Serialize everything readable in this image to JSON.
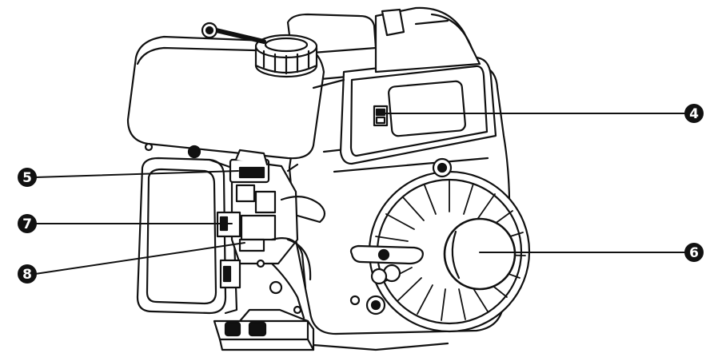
{
  "colors": {
    "ink": "#111111",
    "paper": "#ffffff",
    "callout_fill": "#111111",
    "callout_text": "#ffffff"
  },
  "callouts": [
    {
      "id": "4",
      "label": "4"
    },
    {
      "id": "5",
      "label": "5"
    },
    {
      "id": "6",
      "label": "6"
    },
    {
      "id": "7",
      "label": "7"
    },
    {
      "id": "8",
      "label": "8"
    }
  ],
  "parts": {
    "fuel_tank": "fuel-tank",
    "fuel_cap": "fuel-cap",
    "recoil_starter": "recoil-starter",
    "starter_handle": "starter-handle",
    "air_cleaner": "air-cleaner",
    "carburetor": "carburetor",
    "base_plate": "base-plate"
  }
}
